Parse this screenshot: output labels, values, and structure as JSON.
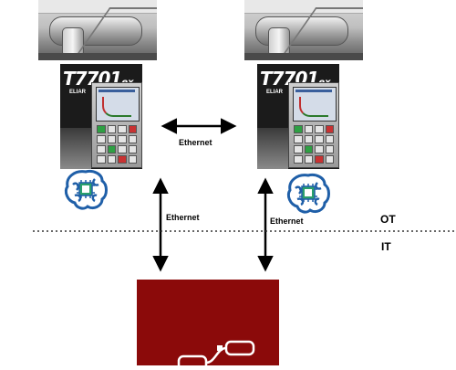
{
  "nodes": [
    {
      "model_main": "T7701",
      "model_sub": "ex",
      "brand": "ELIAR"
    },
    {
      "model_main": "T7701",
      "model_sub": "ex",
      "brand": "ELIAR"
    }
  ],
  "links": {
    "peer_label": "Ethernet",
    "left_uplink_label": "Ethernet",
    "right_uplink_label": "Ethernet"
  },
  "zones": {
    "upper": "OT",
    "lower": "IT"
  },
  "colors": {
    "server_fill": "#8b0a0a",
    "brain_blue": "#1f5fa8",
    "chip_green": "#2aa06b"
  },
  "icons": {
    "machine": "industrial-machine-icon",
    "ai": "brain-chip-icon",
    "server": "flow-nodes-icon"
  }
}
